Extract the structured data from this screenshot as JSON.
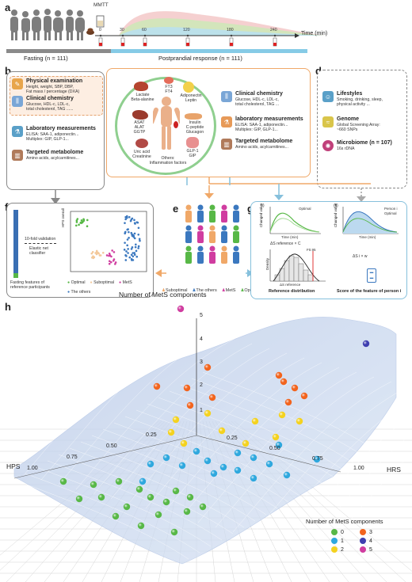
{
  "panel_a": {
    "letter": "a",
    "mmtt": "MMTT",
    "time_label": "Time (min)",
    "ticks": [
      "0",
      "30",
      "60",
      "120",
      "180",
      "240"
    ],
    "fasting": "Fasting (n = 111)",
    "postprandial": "Postprandial response (n = 111)"
  },
  "panel_b": {
    "letter": "b",
    "items": [
      {
        "title": "Physical examination",
        "lines": [
          "Height, weight, SBP, DBP,",
          "Fat mass / percentage (DXA)"
        ],
        "icon": "clipboard-icon",
        "color": "#e8a54b"
      },
      {
        "title": "Clinical chemistry",
        "lines": [
          "Glucose, HDL-c, LDL-c,",
          "total cholesterol, TAG ......"
        ],
        "icon": "test-tubes-icon",
        "color": "#7aa6d6"
      },
      {
        "title": "Laboratory measurements",
        "lines": [
          "ELISA: SAA-1, adiponectin...",
          "Multiplex: GIP, GLP-1..."
        ],
        "icon": "lab-icon",
        "color": "#5aa0c8"
      },
      {
        "title": "Targeted metabolome",
        "lines": [
          "Amino acids, acylcarnitines..."
        ],
        "icon": "chromatogram-icon",
        "color": "#b07a5a"
      }
    ]
  },
  "panel_c": {
    "letter": "c",
    "body": [
      {
        "text": "FT3\nFT4"
      },
      {
        "text": "Lactate\nBeta-alanine"
      },
      {
        "text": "Adiponectin\nLeptin"
      },
      {
        "text": "ASAT\nALAT\nGGTP"
      },
      {
        "text": "Insulin\nC-peptide\nGlucagon"
      },
      {
        "text": "Uric acid\nCreatinine"
      },
      {
        "text": "GLP-1\nGIP"
      },
      {
        "text": "Others:\nInflammation factors"
      }
    ],
    "ellipsis": "...",
    "items": [
      {
        "title": "Clinical chemistry",
        "lines": [
          "Glucose, HDL-c, LDL-c,",
          "total cholesterol, TAG ..."
        ]
      },
      {
        "title": "laboratory measurements",
        "lines": [
          "ELISA: SAA-1, adiponectin...",
          "Multiplex: GIP, GLP-1..."
        ]
      },
      {
        "title": "Targeted metabolome",
        "lines": [
          "Amino acids, acylcarnitines..."
        ]
      }
    ]
  },
  "panel_d": {
    "letter": "d",
    "items": [
      {
        "title": "Lifestyles",
        "lines": [
          "Smoking, drinking, sleep,",
          "physical activity ..."
        ]
      },
      {
        "title": "Genome",
        "lines": [
          "Global Screening Array:",
          "~660 SNPs"
        ]
      },
      {
        "title": "Microbiome (n = 107)",
        "lines": [
          "16s rDNA"
        ]
      }
    ]
  },
  "panel_e": {
    "letter": "e",
    "legend": [
      "Suboptimal",
      "The others",
      "MetS",
      "Optimal"
    ]
  },
  "panel_f": {
    "letter": "f",
    "validation": "10-fold validation",
    "classifier": "Elastic net\nclassifier",
    "caption": "Fasting features of\nreference participants",
    "ylabel": "HPS overall",
    "legend": [
      "Optimal",
      "Suboptimal",
      "MetS",
      "The others"
    ]
  },
  "panel_g": {
    "letter": "g",
    "sub_i": "(i)",
    "sub_ii": "(ii)",
    "ylabel": "Changed value",
    "xlabel": "Time (min)",
    "xticks": [
      "0",
      "60",
      "120",
      "180",
      "240"
    ],
    "optimal": "Optimal",
    "person": "Person i",
    "delta_ref": "ΔS reference × C",
    "density": "Density",
    "f095": "F0.95",
    "delta_ref2": "ΔS reference",
    "ref_dist": "Reference distribution",
    "delta_si": "ΔS i × w",
    "score": "Score of the feature of person i"
  },
  "panel_h": {
    "letter": "h",
    "z_title": "Number of MetS components",
    "z_ticks": [
      "1",
      "2",
      "3",
      "4",
      "5"
    ],
    "hps": "HPS",
    "hrs": "HRS",
    "hps_ticks": [
      "1.00",
      "0.75",
      "0.50",
      "0.25"
    ],
    "hrs_ticks": [
      "0.25",
      "0.50",
      "0.75",
      "1.00"
    ],
    "legend_title": "Number of MetS components",
    "legend": [
      {
        "label": "0",
        "color": "#58b847"
      },
      {
        "label": "1",
        "color": "#2fa8de"
      },
      {
        "label": "2",
        "color": "#f4d21f"
      },
      {
        "label": "3",
        "color": "#f2641e"
      },
      {
        "label": "4",
        "color": "#3f3fb0"
      },
      {
        "label": "5",
        "color": "#d03da0"
      }
    ]
  }
}
